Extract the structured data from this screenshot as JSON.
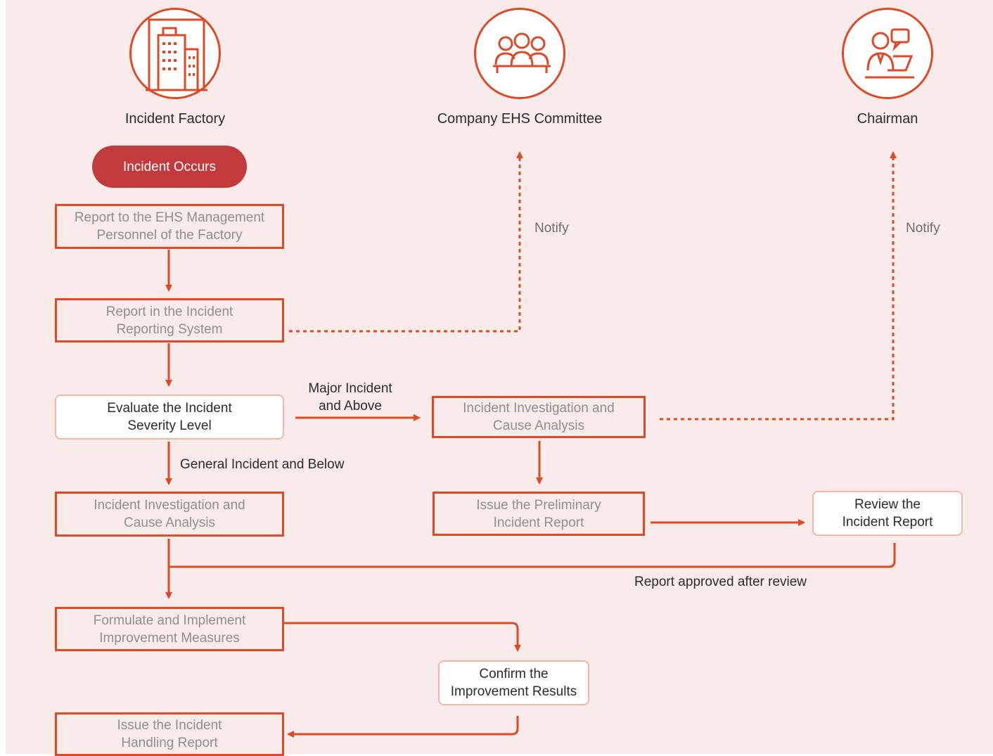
{
  "colors": {
    "background": "#f9ebe9",
    "accent": "#de4a27",
    "pill": "#c33a3d",
    "soft_border": "#f2b5a6"
  },
  "actors": {
    "factory": {
      "label": "Incident Factory",
      "icon": "office-building-icon"
    },
    "committee": {
      "label": "Company EHS Committee",
      "icon": "meeting-group-icon"
    },
    "chairman": {
      "label": "Chairman",
      "icon": "speaker-at-desk-icon"
    }
  },
  "nodes": {
    "occurs": "Incident Occurs",
    "report_ehs": [
      "Report to the EHS Management",
      "Personnel of the Factory"
    ],
    "report_system": [
      "Report in the Incident",
      "Reporting System"
    ],
    "evaluate": [
      "Evaluate the Incident",
      "Severity Level"
    ],
    "investigation_major": [
      "Incident Investigation and",
      "Cause Analysis"
    ],
    "investigation_general": [
      "Incident Investigation and",
      "Cause Analysis"
    ],
    "preliminary": [
      "Issue the Preliminary",
      "Incident Report"
    ],
    "review": [
      "Review the",
      "Incident Report"
    ],
    "formulate": [
      "Formulate and Implement",
      "Improvement Measures"
    ],
    "confirm": [
      "Confirm the",
      "Improvement Results"
    ],
    "handling": [
      "Issue the Incident",
      "Handling Report"
    ]
  },
  "edge_labels": {
    "notify_committee": "Notify",
    "notify_chairman": "Notify",
    "major": [
      "Major Incident",
      "and Above"
    ],
    "general": "General Incident and Below",
    "approved": "Report approved after review"
  }
}
